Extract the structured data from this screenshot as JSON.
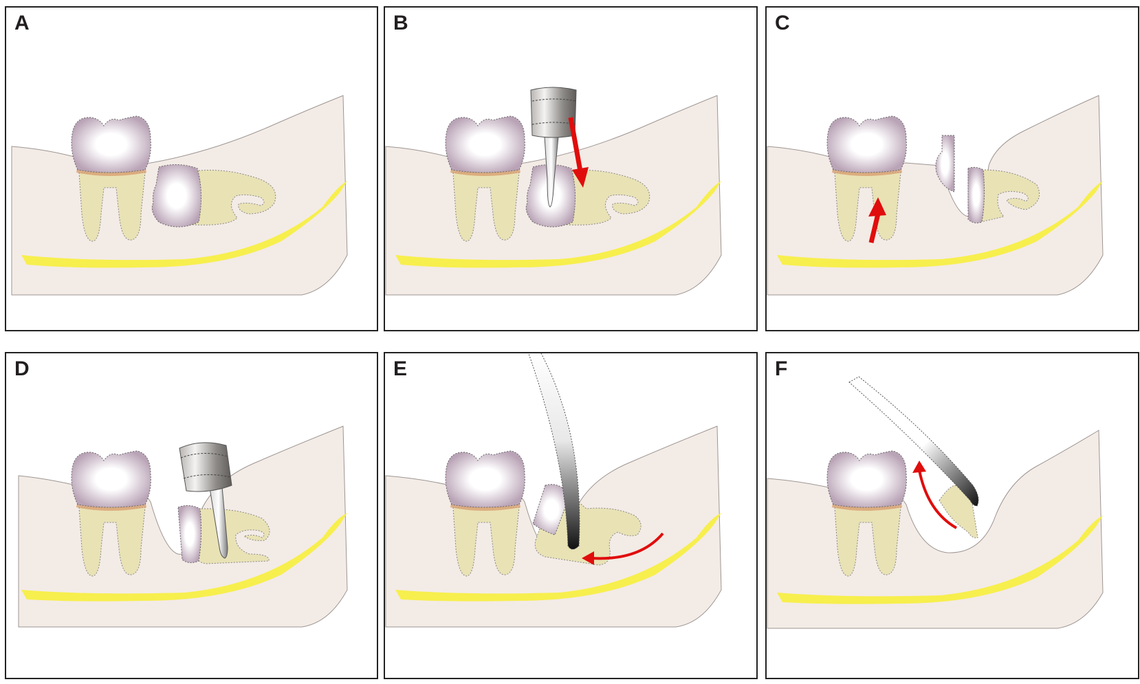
{
  "colors": {
    "bone": "#f3ebe6",
    "bone_edge": "#9d9592",
    "nerve": "#f7ef3c",
    "root": "#e9e2b5",
    "enamel_mid": "#e7d9e3",
    "cej": "#d8a070",
    "arrow": "#e00d0d",
    "drill": "#8e8b88",
    "border": "#222222"
  },
  "panels": [
    {
      "id": "a",
      "label": "A"
    },
    {
      "id": "b",
      "label": "B"
    },
    {
      "id": "c",
      "label": "C"
    },
    {
      "id": "d",
      "label": "D"
    },
    {
      "id": "e",
      "label": "E"
    },
    {
      "id": "f",
      "label": "F"
    }
  ]
}
